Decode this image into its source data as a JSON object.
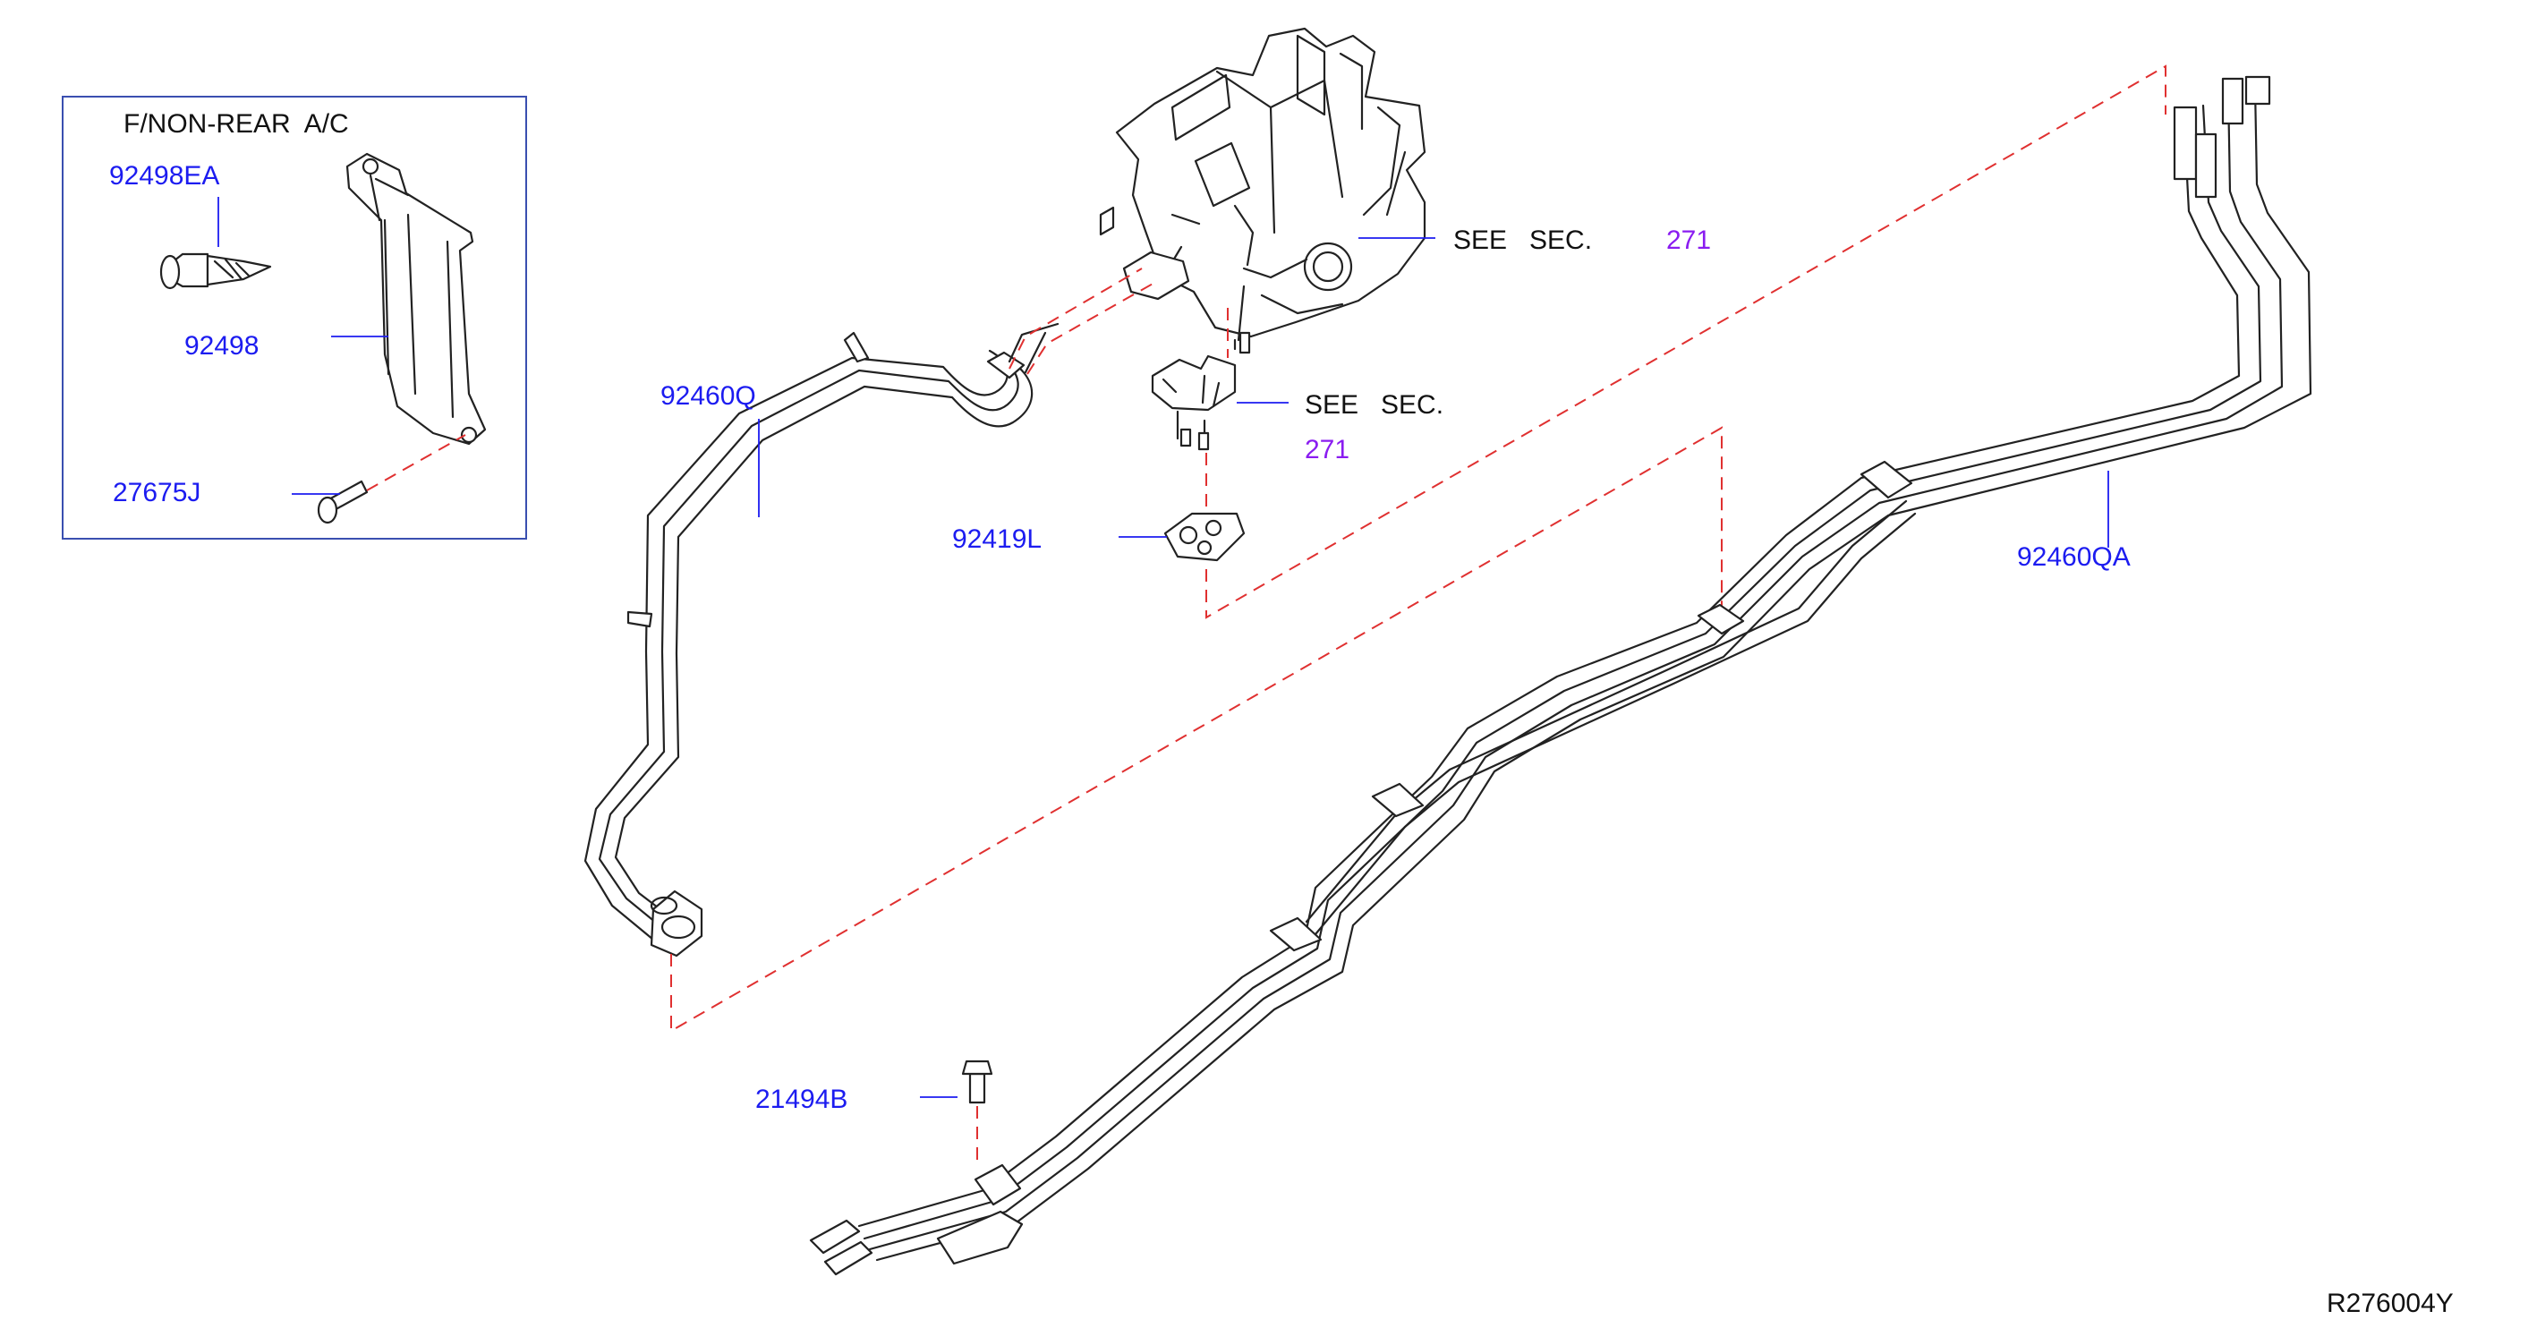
{
  "inset": {
    "title": "F/NON-REAR  A/C",
    "parts": {
      "clip": "92498EA",
      "bracket": "92498",
      "bolt": "27675J"
    }
  },
  "parts": {
    "front_pipe": "92460Q",
    "rear_pipe": "92460QA",
    "grommet": "92419L",
    "bolt": "21494B"
  },
  "references": [
    {
      "text": "SEE   SEC.",
      "section": "271"
    },
    {
      "text": "SEE   SEC.",
      "section": "271"
    }
  ],
  "diagram_id": "R276004Y",
  "colors": {
    "part_label": "#1c1cf0",
    "section_ref": "#8a1cf0",
    "dashed_line": "#e03030",
    "inset_border": "#3a4fb0"
  }
}
